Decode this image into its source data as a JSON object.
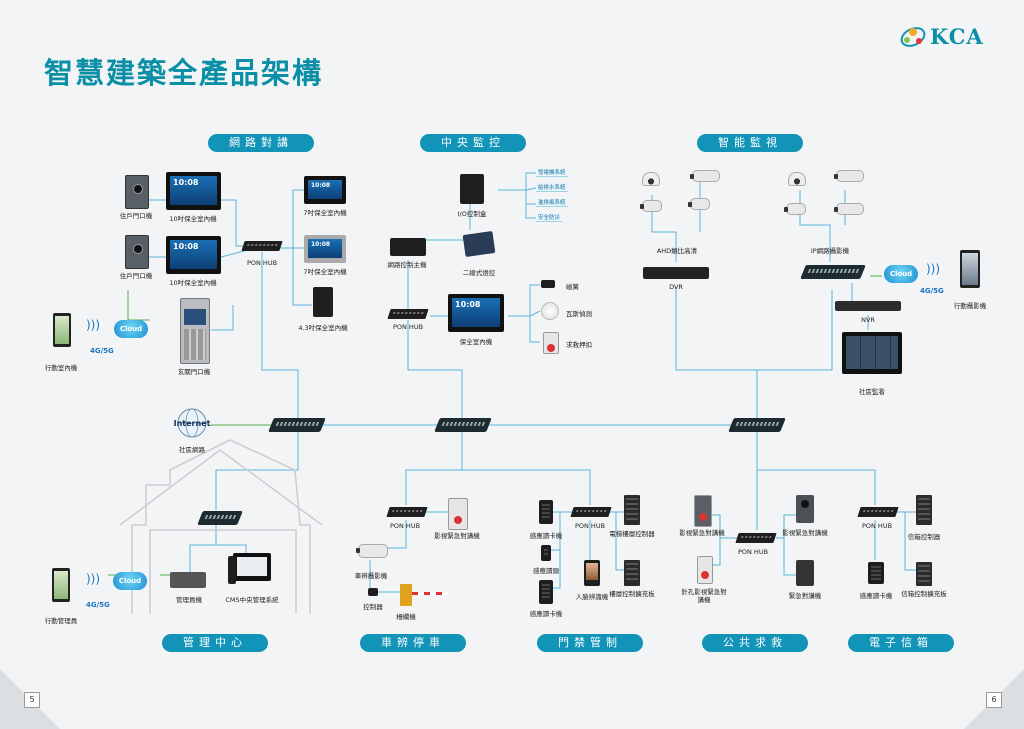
{
  "title": "智慧建築全產品架構",
  "logo": {
    "text": "KCA"
  },
  "sections": {
    "network_intercom": "網路對講",
    "central_control": "中央監控",
    "smart_surveillance": "智能監視",
    "management_center": "管理中心",
    "vehicle_parking": "車辨停車",
    "access_control": "門禁管制",
    "public_rescue": "公共求救",
    "e_mailbox": "電子信箱"
  },
  "labels": {
    "door_unit_1": "住戶門口機",
    "indoor10_1": "10吋保全室內機",
    "door_unit_2": "住戶門口機",
    "indoor10_2": "10吋保全室內機",
    "pon_hub_intercom": "PON HUB",
    "indoor7_1": "7吋保全室內機",
    "indoor7_2": "7吋保全室內機",
    "indoor43": "4.3吋保全室內機",
    "cloud_1": "Cloud",
    "net_1": "4G/5G",
    "mobile_indoor": "行動室內機",
    "lobby_unit": "玄關門口機",
    "io_box": "I/O控制盒",
    "sub_1": "發電機系統",
    "sub_2": "給排水系統",
    "sub_3": "進排風系統",
    "sub_4": "安全防災",
    "net_controller": "網路控制主機",
    "two_wire": "二線式燈控",
    "pon_hub_central": "PON HUB",
    "security_indoor": "保全室內機",
    "door_magnet": "磁簧",
    "pir": "瓦斯偵測",
    "sos_button": "求救押扣",
    "ahd_camera": "AHD類比高清",
    "dvr": "DVR",
    "ip_camera": "IP網路攝影機",
    "cloud_2": "Cloud",
    "net_2": "4G/5G",
    "mobile_cam": "行動攝影機",
    "nvr": "NVR",
    "community_monitor": "社區監看",
    "internet": "Internet",
    "community_net": "社區網路",
    "cloud_3": "Cloud",
    "net_3": "4G/5G",
    "mobile_manager": "行動管理員",
    "manager_unit": "管理員機",
    "cms": "CMS中央管理系統",
    "pon_hub_parking": "PON HUB",
    "emergency_intercom_parking": "影視緊急對講機",
    "lpr_camera": "車辨攝影機",
    "controller_parking": "控制器",
    "barrier": "柵欄機",
    "card_reader_1": "感應讀卡機",
    "card_head": "感應讀頭",
    "card_reader_2": "感應讀卡機",
    "pon_hub_access": "PON HUB",
    "face_reader": "人臉辨識機",
    "elevator_controller": "電梯樓層控制器",
    "floor_expander": "樓層控制擴充板",
    "emergency_video_1": "影視緊急對講機",
    "emergency_video_2": "影視緊急對講機",
    "pin_emergency": "針孔影視緊急對講機",
    "pon_hub_public": "PON HUB",
    "emergency_intercom": "緊急對講機",
    "pon_hub_mail": "PON HUB",
    "card_reader_mail": "感應讀卡機",
    "mailbox_controller": "信箱控制器",
    "mailbox_expander": "信箱控制擴充板"
  },
  "screen_time": "10:08",
  "page_numbers": {
    "left": "5",
    "right": "6"
  },
  "colors": {
    "accent": "#1194b8",
    "title": "#0b8fa6",
    "link": "#5ab4dc",
    "green": "#4caf50"
  }
}
